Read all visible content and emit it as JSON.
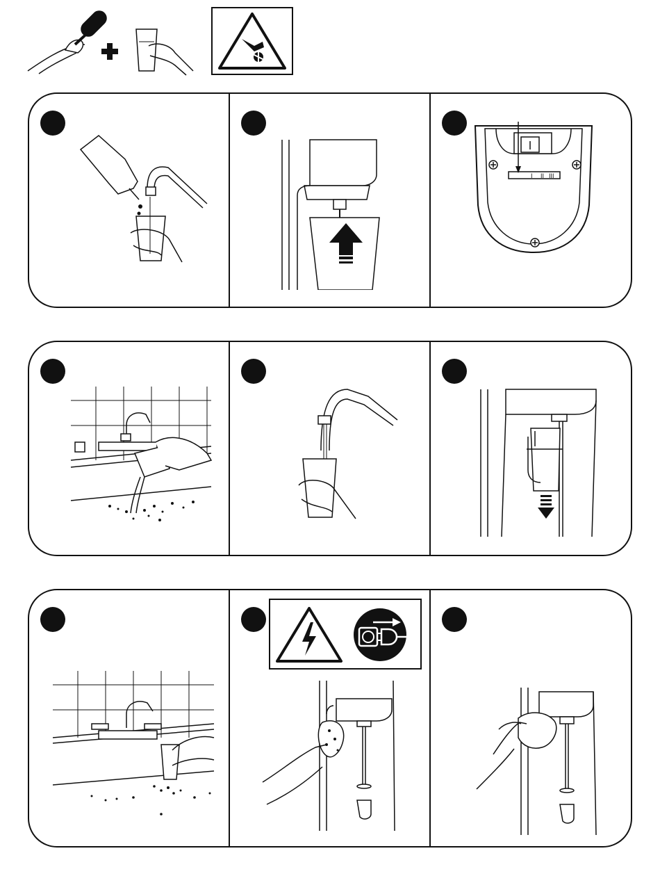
{
  "header": {
    "icons": [
      "bottle-brush-icon",
      "plus-icon",
      "water-glass-icon",
      "rotating-blade-warning-icon"
    ]
  },
  "rows": [
    {
      "panels": [
        {
          "step_icon": "step-badge",
          "illustration": "pour-detergent-into-cup-under-faucet"
        },
        {
          "step_icon": "step-badge",
          "illustration": "raise-cup-onto-spindle"
        },
        {
          "step_icon": "step-badge",
          "illustration": "switch-speed-selector-panel"
        }
      ]
    },
    {
      "panels": [
        {
          "step_icon": "step-badge",
          "illustration": "empty-cup-into-sink"
        },
        {
          "step_icon": "step-badge",
          "illustration": "rinse-cup-with-water"
        },
        {
          "step_icon": "step-badge",
          "illustration": "lower-cup-from-spindle"
        }
      ]
    },
    {
      "panels": [
        {
          "step_icon": "step-badge",
          "illustration": "empty-rinse-water-into-sink"
        },
        {
          "step_icon": "step-badge",
          "illustration": "unplug-and-wipe-mixer-head",
          "warnings": [
            "electric-shock-warning-icon",
            "unplug-power-cord-icon"
          ]
        },
        {
          "step_icon": "step-badge",
          "illustration": "dry-mixer-with-cloth"
        }
      ]
    }
  ],
  "colors": {
    "ink": "#111111",
    "paper": "#ffffff"
  }
}
